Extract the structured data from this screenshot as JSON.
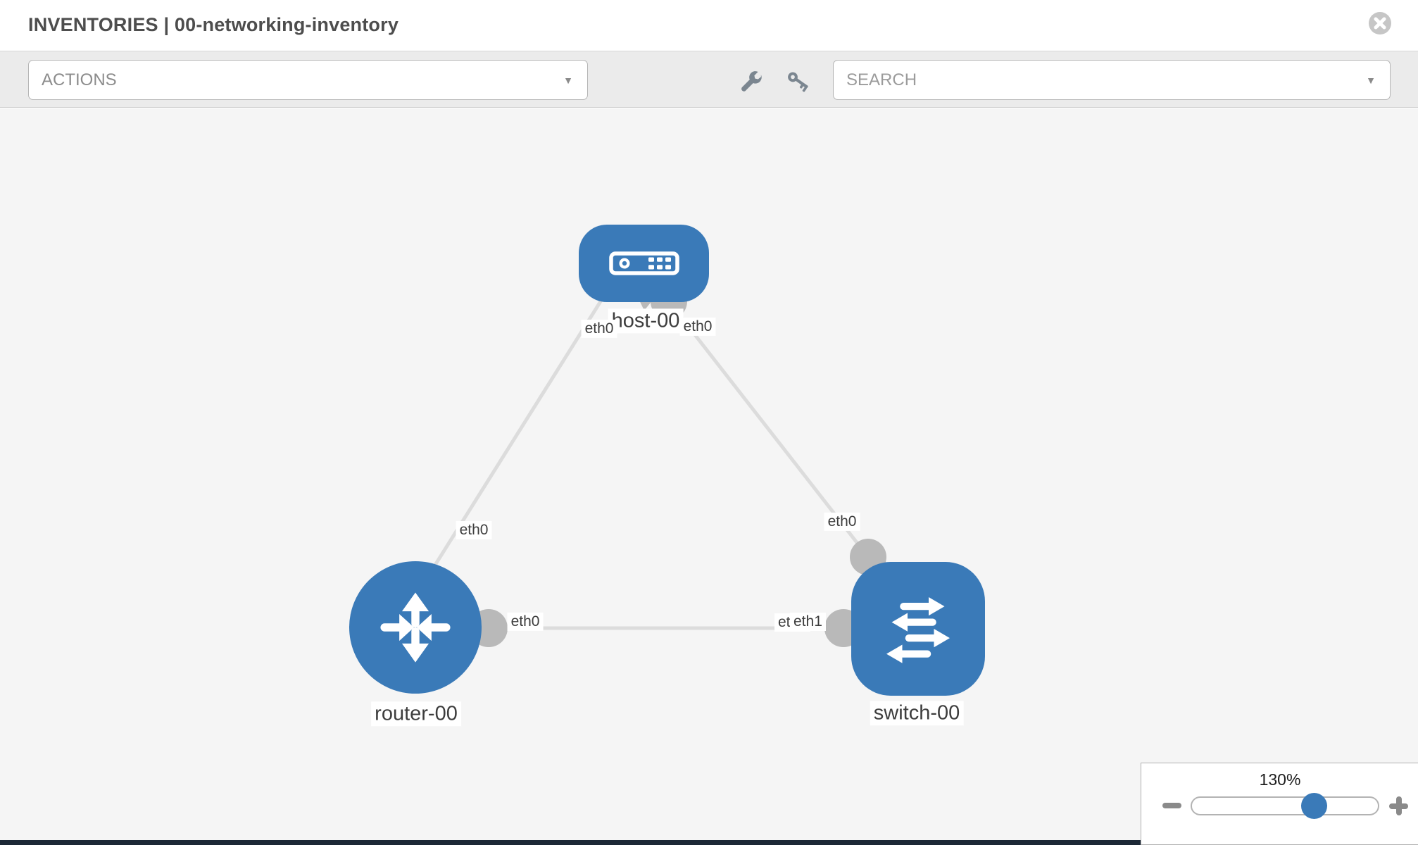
{
  "header": {
    "title": "INVENTORIES | 00-networking-inventory"
  },
  "toolbar": {
    "actions_label": "ACTIONS",
    "search_placeholder": "SEARCH",
    "caret": "▼"
  },
  "icons": {
    "close": "circle-x-icon",
    "wrench": "wrench-icon",
    "key": "key-icon",
    "zoom_out": "minus-icon",
    "zoom_in": "plus-icon"
  },
  "colors": {
    "node_blue": "#3a7ab8",
    "port_gray": "#b9b9b9",
    "link_gray": "#dcdcdc",
    "canvas_bg": "#f5f5f5",
    "toolbar_bg": "#ebebeb",
    "bottom_strip": "#1c2836"
  },
  "topology": {
    "nodes": [
      {
        "label": "host-00",
        "type": "host"
      },
      {
        "label": "router-00",
        "type": "router"
      },
      {
        "label": "switch-00",
        "type": "switch"
      }
    ],
    "interface_labels": [
      {
        "text": "eth0",
        "link": "host-router",
        "end": "host"
      },
      {
        "text": "eth0",
        "link": "host-switch",
        "end": "host"
      },
      {
        "text": "eth0",
        "link": "host-router",
        "end": "router"
      },
      {
        "text": "eth0",
        "link": "host-switch",
        "end": "switch"
      },
      {
        "text": "eth0",
        "link": "router-switch",
        "end": "router"
      },
      {
        "text": "eth0",
        "link": "router-switch",
        "end": "switch-behind"
      },
      {
        "text": "eth1",
        "link": "router-switch",
        "end": "switch"
      }
    ]
  },
  "zoom_control": {
    "level": "130%"
  }
}
